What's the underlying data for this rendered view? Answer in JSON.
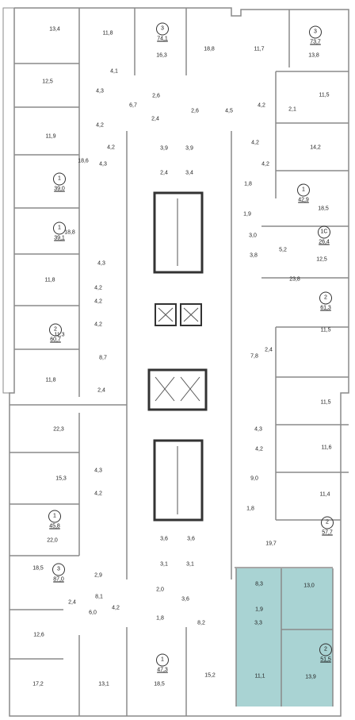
{
  "highlight_color": "#a9d3d3",
  "room_labels": [
    "13,4",
    "11,8",
    "16,3",
    "18,8",
    "11,7",
    "13,8",
    "12,5",
    "4,1",
    "6,7",
    "2,6",
    "2,4",
    "2,6",
    "4,3",
    "4,2",
    "4,5",
    "4,2",
    "2,1",
    "11,5",
    "11,9",
    "4,2",
    "4,3",
    "3,9",
    "3,9",
    "2,4",
    "3,4",
    "4,2",
    "14,2",
    "4,2",
    "18,6",
    "1,8",
    "18,5",
    "1,9",
    "18,8",
    "3,0",
    "5,2",
    "3,8",
    "12,5",
    "4,3",
    "11,8",
    "4,2",
    "4,2",
    "23,8",
    "11,3",
    "4,2",
    "8,7",
    "2,4",
    "11,5",
    "11,8",
    "7,8",
    "2,4",
    "11,5",
    "22,3",
    "4,3",
    "4,2",
    "11,6",
    "15,3",
    "4,3",
    "9,0",
    "4,2",
    "11,4",
    "1,8",
    "22,0",
    "3,6",
    "3,6",
    "3,1",
    "3,1",
    "19,7",
    "18,5",
    "2,9",
    "8,3",
    "2,0",
    "8,1",
    "3,6",
    "13,0",
    "1,9",
    "2,4",
    "12,6",
    "6,0",
    "4,2",
    "1,8",
    "8,2",
    "3,3",
    "17,2",
    "13,1",
    "18,5",
    "15,2",
    "11,1",
    "13,9"
  ],
  "apartments": [
    {
      "rooms": "3",
      "area": "74,1"
    },
    {
      "rooms": "3",
      "area": "73,7"
    },
    {
      "rooms": "1",
      "area": "39,0"
    },
    {
      "rooms": "1",
      "area": "42,9"
    },
    {
      "rooms": "1",
      "area": "39,1"
    },
    {
      "rooms": "1C",
      "area": "26,4"
    },
    {
      "rooms": "2",
      "area": "61,3"
    },
    {
      "rooms": "2",
      "area": "60,7"
    },
    {
      "rooms": "1",
      "area": "45,8"
    },
    {
      "rooms": "2",
      "area": "57,7"
    },
    {
      "rooms": "3",
      "area": "87,0"
    },
    {
      "rooms": "1",
      "area": "47,3"
    },
    {
      "rooms": "2",
      "area": "51,5"
    }
  ]
}
